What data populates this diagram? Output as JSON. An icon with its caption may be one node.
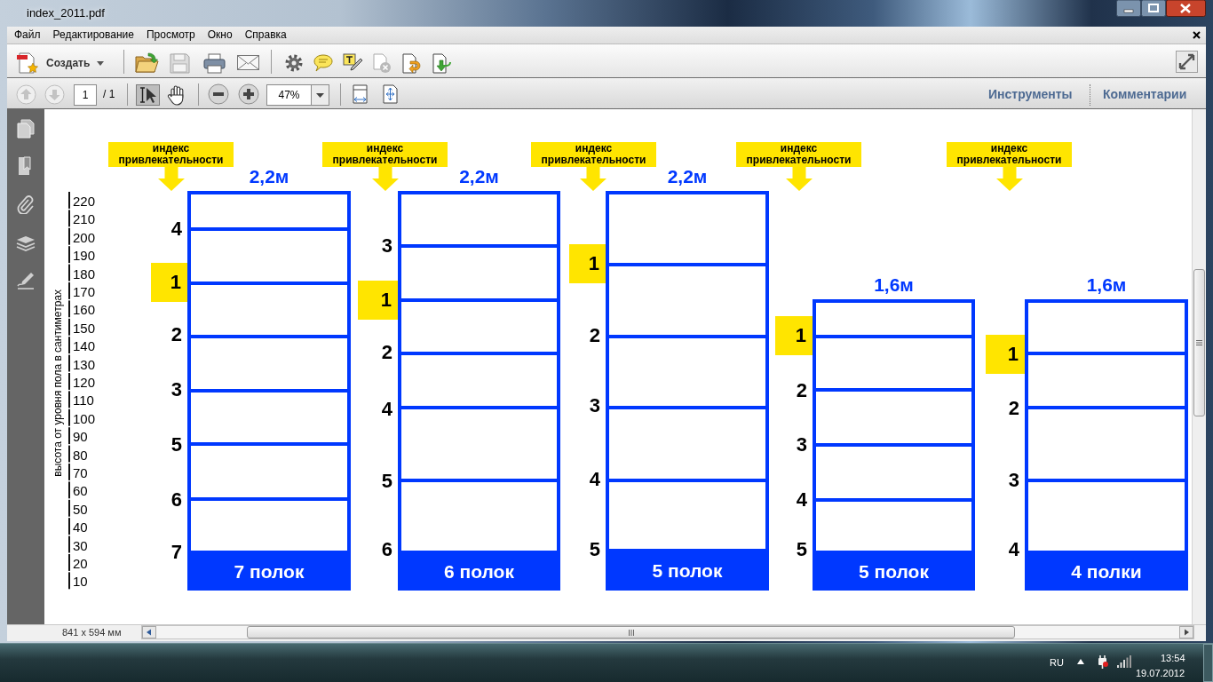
{
  "diagram": {
    "nodes": [
      {
        "text": [
          "индекс привлекательности"
        ]
      },
      {
        "text": [
          "2,2м",
          "7 полок"
        ],
        "beside": [
          "4",
          "2",
          "3",
          "5",
          "6",
          "7"
        ]
      },
      {
        "text": [
          "1"
        ]
      },
      {
        "text": [
          "индекс привлекательности"
        ]
      },
      {
        "text": [
          "2,2м",
          "6 полок"
        ],
        "beside": [
          "3",
          "2",
          "4",
          "5",
          "6"
        ]
      },
      {
        "text": [
          "1"
        ]
      },
      {
        "text": [
          "индекс привлекательности"
        ]
      },
      {
        "text": [
          "2,2м",
          "5 полок"
        ],
        "beside": [
          "2",
          "3",
          "4",
          "5"
        ]
      },
      {
        "text": [
          "1"
        ]
      },
      {
        "text": [
          "индекс привлекательности"
        ]
      },
      {
        "text": [
          "1,6м",
          "5 полок"
        ],
        "beside": [
          "2",
          "3",
          "4",
          "5"
        ]
      },
      {
        "text": [
          "1"
        ]
      },
      {
        "text": [
          "индекс привлекательности"
        ]
      },
      {
        "text": [
          "1,6м",
          "4 полки"
        ],
        "beside": [
          "2",
          "3",
          "4"
        ]
      },
      {
        "text": [
          "1"
        ]
      }
    ],
    "edges": [
      {
        "from": 0,
        "to": null,
        "arrow": "to"
      },
      {
        "from": 3,
        "to": null,
        "arrow": "to"
      },
      {
        "from": 6,
        "to": null,
        "arrow": "to"
      },
      {
        "from": 9,
        "to": null,
        "arrow": "to"
      },
      {
        "from": 12,
        "to": null,
        "arrow": "to"
      }
    ],
    "labels": [
      "index_2011.pdf",
      "Файл",
      "Редактирование",
      "Просмотр",
      "Окно",
      "Справка",
      "Создать",
      "1",
      "/ 1",
      "47%",
      "Инструменты",
      "Комментарии",
      "высота от уровня пола в сантиметрах",
      "220",
      "210",
      "200",
      "190",
      "180",
      "170",
      "160",
      "150",
      "140",
      "130",
      "120",
      "110",
      "100",
      "90",
      "80",
      "70",
      "60",
      "50",
      "40",
      "30",
      "20",
      "10",
      "841 x 594 мм",
      "RU",
      "13:54",
      "19.07.2012"
    ]
  }
}
